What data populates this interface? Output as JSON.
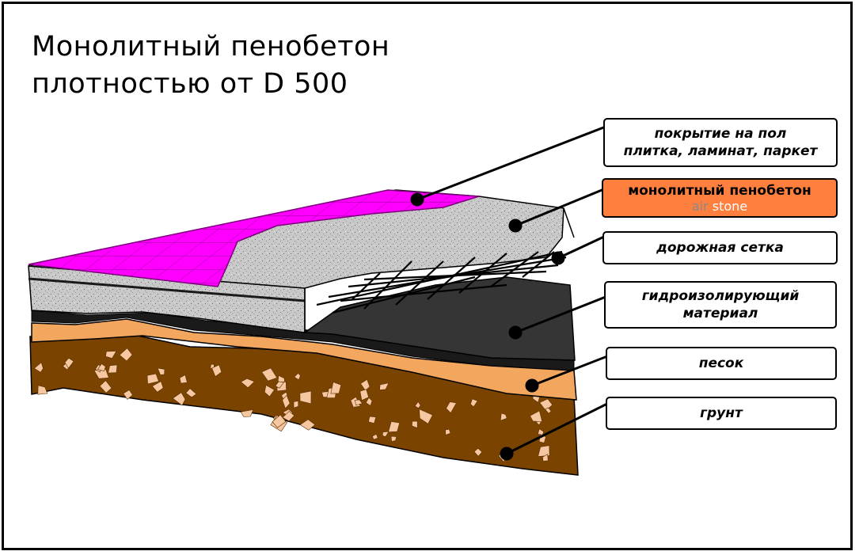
{
  "title": {
    "line1": "Монолитный пенобетон",
    "line2": "плотностью от D 500"
  },
  "labels": [
    {
      "id": "flooring",
      "line1": "покрытие на пол",
      "line2": "плитка, ламинат, паркет"
    },
    {
      "id": "foam-concrete",
      "line1": "монолитный пенобетон",
      "brand_part1": "air",
      "brand_part2": "stone"
    },
    {
      "id": "road-mesh",
      "line1": "дорожная сетка"
    },
    {
      "id": "waterproofing",
      "line1": "гидроизолирующий",
      "line2": "материал"
    },
    {
      "id": "sand",
      "line1": "песок"
    },
    {
      "id": "soil",
      "line1": "грунт"
    }
  ],
  "colors": {
    "tile": "#ff00ff",
    "foam_concrete": "#c8c8c8",
    "waterproofing": "#333333",
    "sand": "#f3a65e",
    "soil": "#7a4300",
    "highlight_box": "#ff7f3e",
    "brand_air": "#8a8a8a",
    "brand_stone": "#ffffff"
  }
}
